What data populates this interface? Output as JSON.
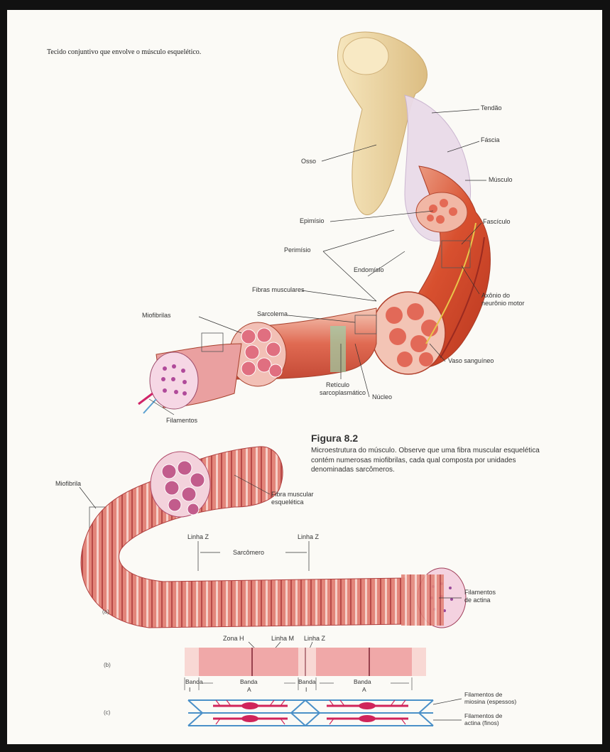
{
  "header": {
    "text": "Tecido conjuntivo que envolve o músculo esquelético."
  },
  "labels": {
    "tendao": "Tendão",
    "fascia": "Fáscia",
    "osso": "Osso",
    "musculo": "Músculo",
    "epimisio": "Epimísio",
    "fasciculo": "Fascículo",
    "perimisio": "Perimísio",
    "endomisio": "Endomísio",
    "fibras_musculares": "Fibras musculares",
    "axonio_1": "Axônio do",
    "axonio_2": "neurônio motor",
    "miofibrilas": "Miofibrilas",
    "sarcolema": "Sarcolema",
    "vaso": "Vaso sanguíneo",
    "reticulo_1": "Retículo",
    "reticulo_2": "sarcoplasmático",
    "nucleo": "Núcleo",
    "filamentos": "Filamentos",
    "miofibrila": "Miofibrila",
    "fibra_musc_1": "Fibra muscular",
    "fibra_musc_2": "esquelética",
    "linha_z_1": "Linha Z",
    "linha_z_2": "Linha Z",
    "sarcomero": "Sarcômero",
    "filamentos_actina_1": "Filamentos",
    "filamentos_actina_2": "de actina",
    "zona_h": "Zona H",
    "linha_m": "Linha M",
    "linha_z_3": "Linha Z",
    "banda_i_1": "Banda",
    "banda_i_1b": "I",
    "banda_a_1": "Banda",
    "banda_a_1b": "A",
    "banda_i_2": "Banda",
    "banda_i_2b": "I",
    "banda_a_2": "Banda",
    "banda_a_2b": "A",
    "miosina_1": "Filamentos de",
    "miosina_2": "miosina (espessos)",
    "actina_1": "Filamentos de",
    "actina_2": "actina (finos)"
  },
  "panels": {
    "a": "(a)",
    "b": "(b)",
    "c": "(c)"
  },
  "figure": {
    "title": "Figura 8.2",
    "caption": "Microestrutura do músculo. Observe que uma fibra muscular esquelética contém numerosas miofibrilas, cada qual composta por unidades denominadas sarcômeros."
  },
  "colors": {
    "bone": "#efd9a8",
    "muscle": "#d9533a",
    "muscle_light": "#f0a58f",
    "fascia": "#e8dcea",
    "myosin": "#d0245a",
    "actin": "#4a90c8"
  }
}
